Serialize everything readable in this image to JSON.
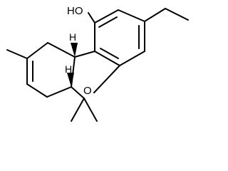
{
  "structure": {
    "labels": {
      "hydroxyl": "HO",
      "ring_oxygen": "O",
      "stereo_h_top": "H",
      "stereo_h_bottom": "H"
    },
    "colors": {
      "bond": "#000000",
      "background": "#ffffff"
    }
  }
}
